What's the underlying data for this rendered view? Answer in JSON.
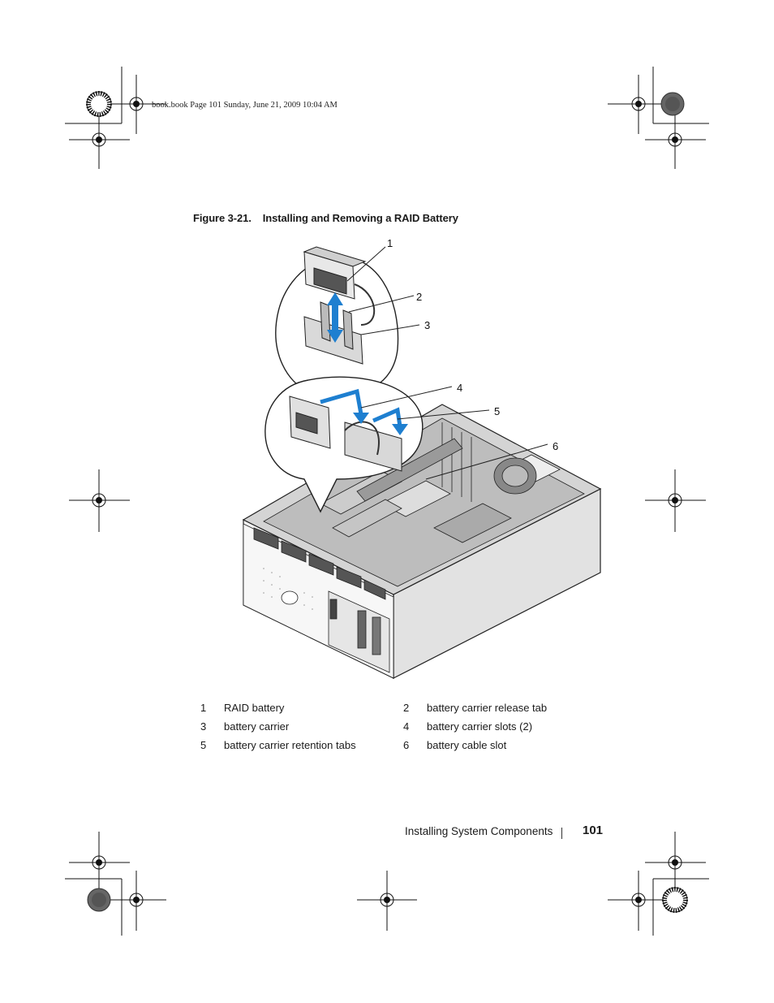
{
  "print_slug": "book.book  Page 101  Sunday, June 21, 2009  10:04 AM",
  "figure": {
    "label": "Figure 3-21.",
    "title": "Installing and Removing a RAID Battery"
  },
  "callouts": [
    "1",
    "2",
    "3",
    "4",
    "5",
    "6"
  ],
  "legend": [
    {
      "num": "1",
      "text": "RAID battery"
    },
    {
      "num": "2",
      "text": "battery carrier release tab"
    },
    {
      "num": "3",
      "text": "battery carrier"
    },
    {
      "num": "4",
      "text": "battery carrier slots (2)"
    },
    {
      "num": "5",
      "text": "battery carrier retention tabs"
    },
    {
      "num": "6",
      "text": "battery cable slot"
    }
  ],
  "footer": {
    "section": "Installing System Components",
    "page_number": "101"
  },
  "colors": {
    "arrow_blue": "#1e7fd0",
    "line_gray": "#222222",
    "metal_gray": "#9a9a9a"
  }
}
